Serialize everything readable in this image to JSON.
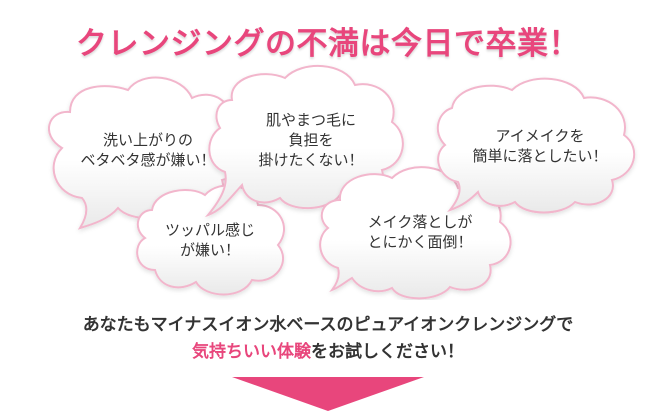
{
  "headline": "クレンジングの不満は今日で卒業！",
  "bubbles": [
    {
      "line1": "洗い上がりの",
      "line2": "ベタベタ感が嫌い！"
    },
    {
      "line1": "肌やまつ毛に",
      "line2": "負担を",
      "line3": "掛けたくない！"
    },
    {
      "line1": "アイメイクを",
      "line2": "簡単に落としたい！"
    },
    {
      "line1": "ツッパル感じ",
      "line2": "が嫌い！"
    },
    {
      "line1": "メイク落としが",
      "line2": "とにかく面倒！"
    }
  ],
  "lead": {
    "line1": "あなたもマイナスイオン水ベースのピュアイオンクレンジングで",
    "highlight": "気持ちいい体験",
    "line2_rest": "をお試しください！"
  },
  "colors": {
    "accent": "#e8467c",
    "bubble_border": "#f2b6cc",
    "text": "#333333"
  }
}
